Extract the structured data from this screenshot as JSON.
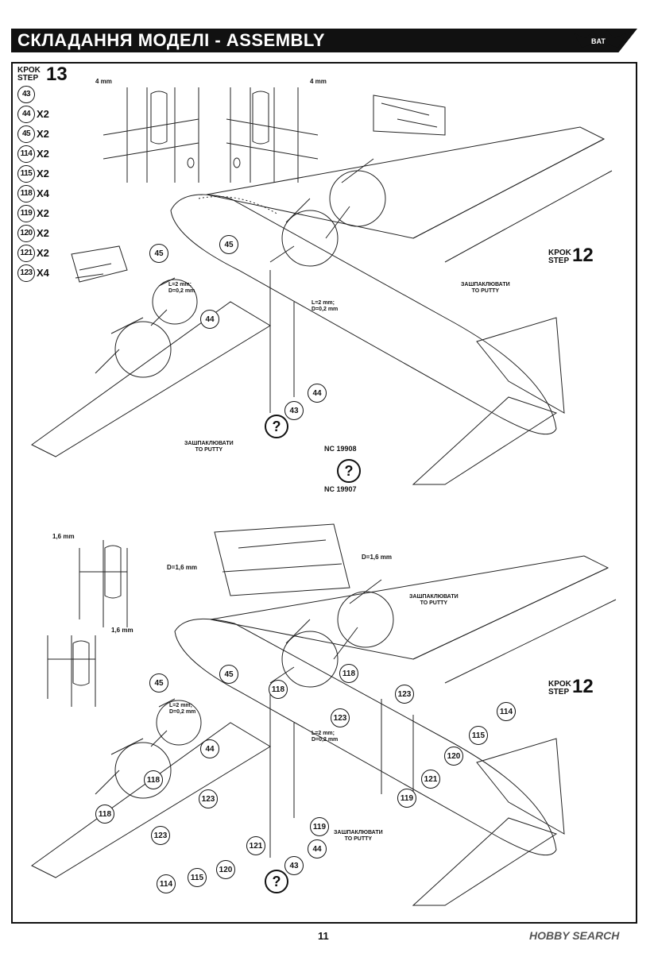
{
  "header": {
    "title": "СКЛАДАННЯ МОДЕЛІ - ASSEMBLY",
    "logo_text": "BAT"
  },
  "step13": {
    "krok": "KPOK",
    "step": "STEP",
    "number": "13",
    "parts": [
      {
        "part": "43",
        "qty": ""
      },
      {
        "part": "44",
        "qty": "X2"
      },
      {
        "part": "45",
        "qty": "X2"
      },
      {
        "part": "114",
        "qty": "X2"
      },
      {
        "part": "115",
        "qty": "X2"
      },
      {
        "part": "118",
        "qty": "X4"
      },
      {
        "part": "119",
        "qty": "X2"
      },
      {
        "part": "120",
        "qty": "X2"
      },
      {
        "part": "121",
        "qty": "X2"
      },
      {
        "part": "123",
        "qty": "X4"
      }
    ]
  },
  "step12_top": {
    "krok": "KPOK",
    "step": "STEP",
    "number": "12"
  },
  "step12_bottom": {
    "krok": "KPOK",
    "step": "STEP",
    "number": "12"
  },
  "top_diagram": {
    "dim_left": "4 mm",
    "dim_right": "4 mm",
    "putty_right": "ЗАШПАКЛЮВАТИ\nTO PUTTY",
    "putty_left": "ЗАШПАКЛЮВАТИ\nTO PUTTY",
    "drill_left": "L=2 mm;\nD=0,2 mm",
    "drill_right": "L=2 mm;\nD=0,2 mm",
    "callouts": [
      "45",
      "45",
      "44",
      "44",
      "43"
    ],
    "nc_1": "NC 19908",
    "nc_2": "NC 19907",
    "question": "?"
  },
  "bottom_diagram": {
    "dim_a": "1,6 mm",
    "dim_b": "1,6 mm",
    "d_left": "D=1,6 mm",
    "d_right": "D=1,6 mm",
    "putty_top": "ЗАШПАКЛЮВАТИ\nTO PUTTY",
    "putty_bottom": "ЗАШПАКЛЮВАТИ\nTO PUTTY",
    "drill_left": "L=2 mm;\nD=0,2 mm",
    "drill_right": "L=2 mm;\nD=0,2 mm",
    "question": "?",
    "callouts": {
      "c45": "45",
      "c45b": "45",
      "c118a": "118",
      "c118b": "118",
      "c118c": "118",
      "c118d": "118",
      "c123a": "123",
      "c123b": "123",
      "c123c": "123",
      "c123d": "123",
      "c44a": "44",
      "c44b": "44",
      "c43": "43",
      "c114a": "114",
      "c114b": "114",
      "c115a": "115",
      "c115b": "115",
      "c120a": "120",
      "c120b": "120",
      "c121a": "121",
      "c121b": "121",
      "c119a": "119",
      "c119b": "119"
    }
  },
  "footer": {
    "page_number": "11",
    "watermark": "HOBBY SEARCH"
  }
}
